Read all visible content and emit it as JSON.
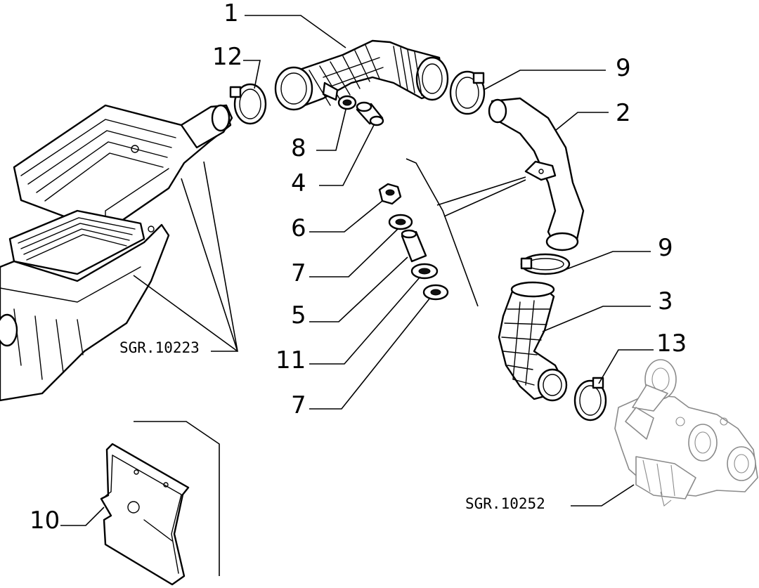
{
  "callouts": {
    "c1": "1",
    "c2": "2",
    "c3": "3",
    "c4": "4",
    "c5": "5",
    "c6": "6",
    "c7a": "7",
    "c7b": "7",
    "c8": "8",
    "c9a": "9",
    "c9b": "9",
    "c10": "10",
    "c11": "11",
    "c12": "12",
    "c13": "13"
  },
  "references": {
    "air_filter": "SGR.10223",
    "turbocharger": "SGR.10252"
  }
}
